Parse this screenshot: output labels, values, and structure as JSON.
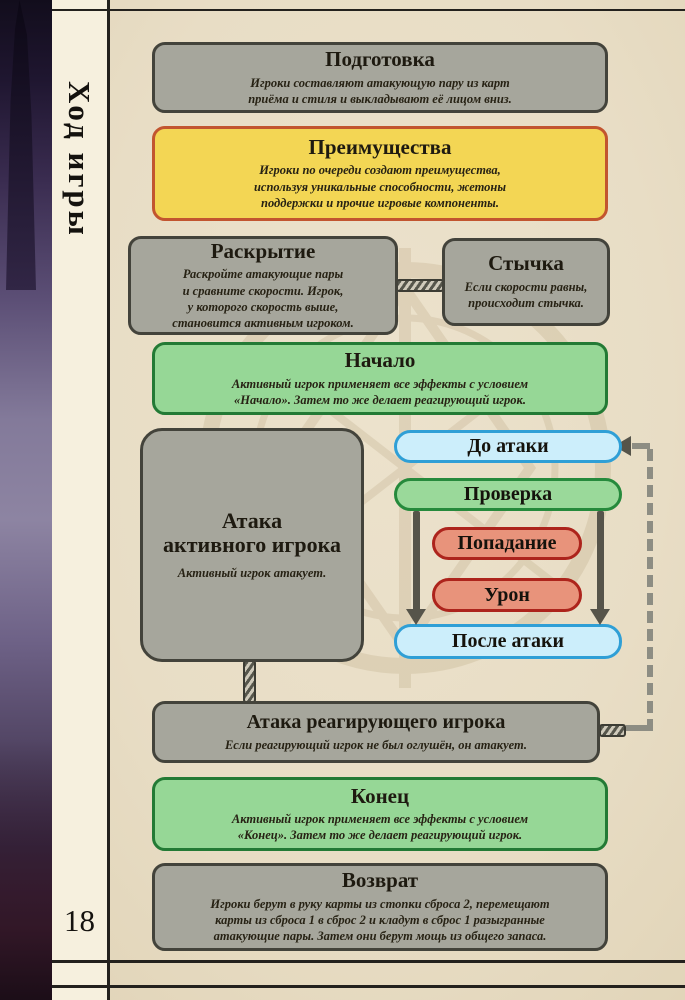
{
  "page": {
    "side_title": "Ход игры",
    "page_number": "18"
  },
  "colors": {
    "parchment": "#e9dfc9",
    "margin_paper": "#f6f0de",
    "gray_box_fill": "#a6a69c",
    "gray_box_border": "#43433b",
    "yellow_box_fill": "#f3d654",
    "yellow_box_border": "#c2552f",
    "green_box_fill": "#96d796",
    "green_box_border": "#237a35",
    "blue_pill_fill": "#cceefb",
    "blue_pill_border": "#2f9fd6",
    "red_pill_fill": "#e8937b",
    "red_pill_border": "#ad241c",
    "arrow": "#56544a",
    "dashed_line": "#8d8d83"
  },
  "flow": {
    "podgotovka": {
      "title": "Подготовка",
      "body": "Игроки составляют атакующую пару из карт\nприёма и стиля и выкладывают её лицом вниз."
    },
    "preimushchestva": {
      "title": "Преимущества",
      "body": "Игроки по очереди создают преимущества,\nиспользуя уникальные способности, жетоны\nподдержки и прочие игровые компоненты."
    },
    "raskrytie": {
      "title": "Раскрытие",
      "body": "Раскройте атакующие пары\nи сравните скорости. Игрок,\nу которого скорость выше,\nстановится активным игроком."
    },
    "stychka": {
      "title": "Стычка",
      "body": "Если скорости равны,\nпроисходит стычка."
    },
    "nachalo": {
      "title": "Начало",
      "body": "Активный игрок применяет все эффекты с условием\n«Начало». Затем то же делает реагирующий игрок."
    },
    "ataka_aktivnogo": {
      "title": "Атака\nактивного игрока",
      "body": "Активный игрок атакует."
    },
    "do_ataki": {
      "label": "До атаки"
    },
    "proverka": {
      "label": "Проверка"
    },
    "popadanie": {
      "label": "Попадание"
    },
    "uron": {
      "label": "Урон"
    },
    "posle_ataki": {
      "label": "После атаки"
    },
    "ataka_reagir": {
      "title": "Атака реагирующего игрока",
      "body": "Если реагирующий игрок не был оглушён, он атакует."
    },
    "konec": {
      "title": "Конец",
      "body": "Активный игрок применяет все эффекты с условием\n«Конец». Затем то же делает реагирующий игрок."
    },
    "vozvrat": {
      "title": "Возврат",
      "body": "Игроки берут в руку карты из стопки сброса 2, перемещают\nкарты из сброса 1 в сброс 2 и кладут в сброс 1 разыгранные\nатакующие пары. Затем они берут мощь из общего запаса."
    }
  }
}
